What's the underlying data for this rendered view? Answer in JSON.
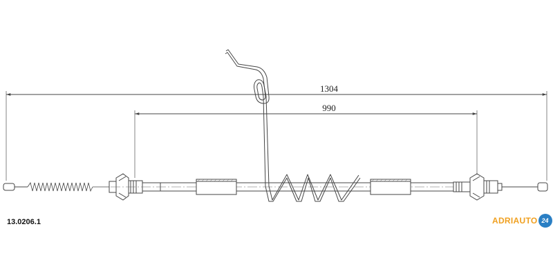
{
  "dimensions": {
    "overall_length": "1304",
    "inner_length": "990"
  },
  "part_number": "13.0206.1",
  "brand": {
    "name": "ADRIAUTO",
    "badge": "24"
  },
  "colors": {
    "line": "#444444",
    "logo_text": "#f0a020",
    "logo_badge": "#2a7fc4"
  }
}
